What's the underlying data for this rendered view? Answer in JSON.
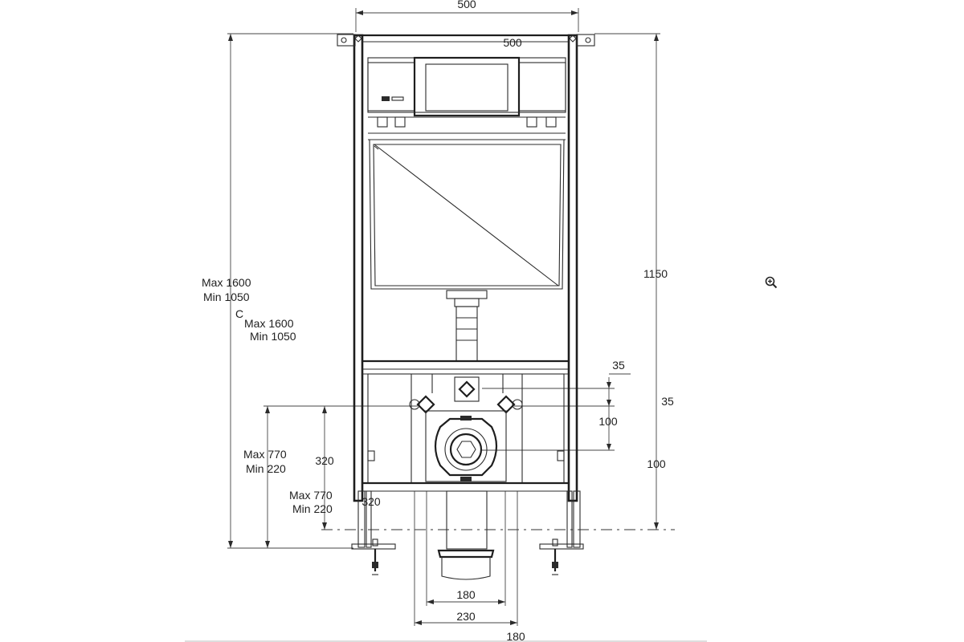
{
  "dimensions": {
    "top_width": "500",
    "inner_width": "500",
    "total_height": "1150",
    "height_range_outer": {
      "max": "Max 1600",
      "min": "Min 1050"
    },
    "height_range_inner": {
      "max": "Max 1600",
      "min": "Min 1050"
    },
    "marker_c": "C",
    "connection_offset_top": "35",
    "connection_offset_side": "35",
    "connection_spacing": "100",
    "connection_spacing_side": "100",
    "bolt_height_range_outer": {
      "max": "Max 770",
      "min": "Min 220"
    },
    "bolt_height_range_inner": {
      "max": "Max 770",
      "min": "Min 220"
    },
    "outlet_height_outer": "320",
    "outlet_height_inner": "320",
    "bolt_spacing": "180",
    "outlet_spacing": "230",
    "bolt_spacing_bottom": "180"
  },
  "ui": {
    "zoom_icon": "magnifier-plus-icon"
  },
  "colors": {
    "line": "#2b2b2b",
    "background": "#ffffff"
  }
}
